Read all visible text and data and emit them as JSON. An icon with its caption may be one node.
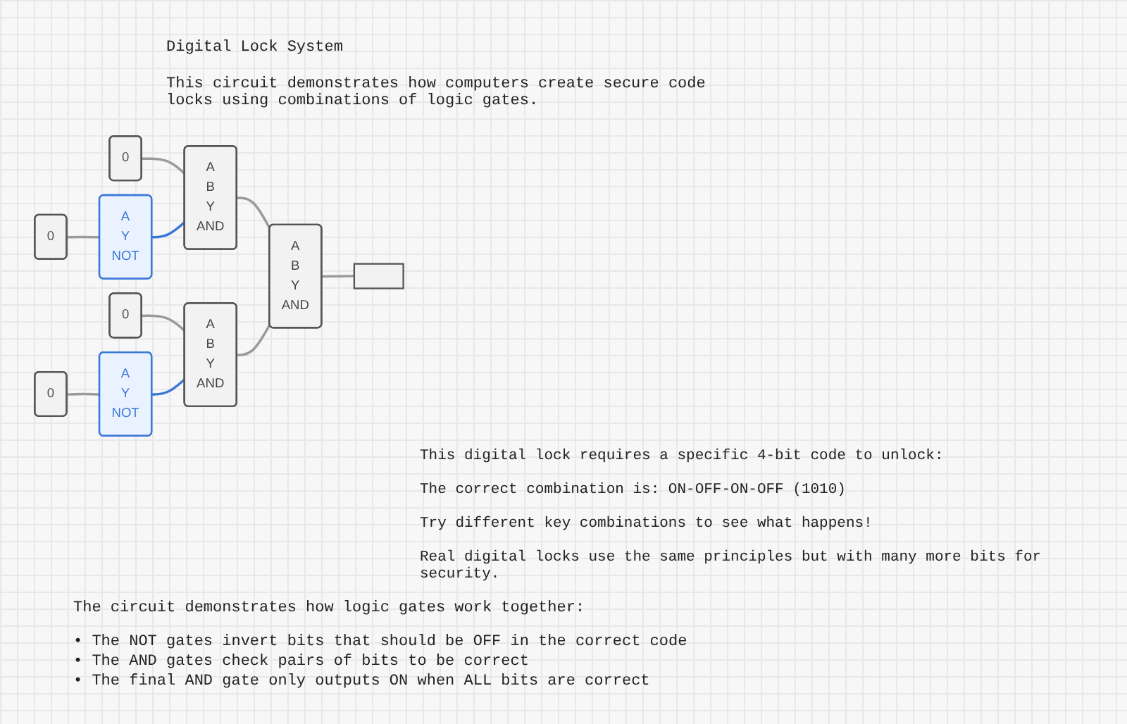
{
  "diagram": {
    "title": "Digital Lock System",
    "nodes": [
      {
        "text": [
          "0"
        ]
      },
      {
        "text": [
          "0"
        ]
      },
      {
        "text": [
          "A",
          "Y",
          "NOT"
        ]
      },
      {
        "text": [
          "A",
          "B",
          "Y",
          "AND"
        ]
      },
      {
        "text": [
          "A",
          "B",
          "Y",
          "AND"
        ]
      },
      {
        "text": [],
        "shape": "box"
      },
      {
        "text": [
          "0"
        ]
      },
      {
        "text": [
          "A",
          "B",
          "Y",
          "AND"
        ]
      },
      {
        "text": [
          "0"
        ]
      },
      {
        "text": [
          "A",
          "Y",
          "NOT"
        ]
      }
    ],
    "edges": [
      {
        "from": 0,
        "to": 3,
        "arrow": "none"
      },
      {
        "from": 1,
        "to": 2,
        "arrow": "none"
      },
      {
        "from": 2,
        "to": 3,
        "arrow": "none",
        "color": "#3b78d8"
      },
      {
        "from": 3,
        "to": 4,
        "arrow": "none"
      },
      {
        "from": 4,
        "to": 5,
        "arrow": "none"
      },
      {
        "from": 6,
        "to": 7,
        "arrow": "none"
      },
      {
        "from": 7,
        "to": 4,
        "arrow": "none"
      },
      {
        "from": 8,
        "to": 9,
        "arrow": "none"
      },
      {
        "from": 9,
        "to": 7,
        "arrow": "none",
        "color": "#3b78d8"
      }
    ],
    "labels": [
      "This circuit demonstrates how computers create secure code locks using combinations of logic gates.",
      "This digital lock requires a specific 4-bit code to unlock:",
      "The correct combination is: ON-OFF-ON-OFF (1010)",
      "Try different key combinations to see what happens!",
      "Real digital locks use the same principles but with many more bits for security.",
      "The circuit demonstrates how logic gates work together:",
      "• The NOT gates invert bits that should be OFF in the correct code",
      "• The AND gates check pairs of bits to be correct",
      "• The final AND gate only outputs ON when ALL bits are correct"
    ]
  }
}
